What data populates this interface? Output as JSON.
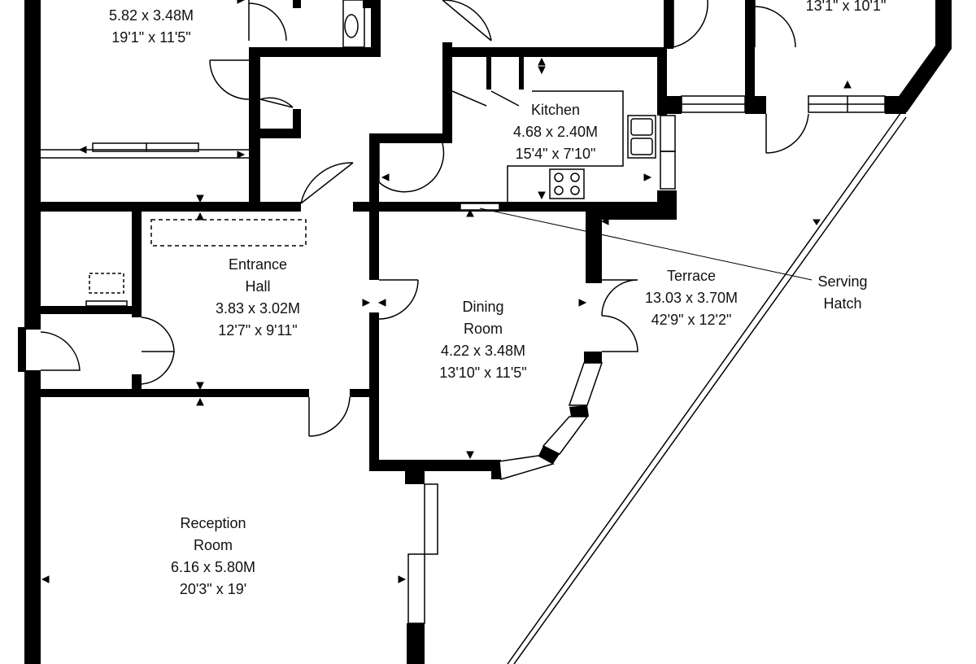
{
  "rooms": {
    "top_left": {
      "dims_m": "5.82 x 3.48M",
      "dims_ft": "19'1\" x 11'5\""
    },
    "top_right": {
      "dims_ft": "13'1\" x 10'1\""
    },
    "kitchen": {
      "name": "Kitchen",
      "dims_m": "4.68 x 2.40M",
      "dims_ft": "15'4\" x 7'10\""
    },
    "entrance_hall": {
      "name_line1": "Entrance",
      "name_line2": "Hall",
      "dims_m": "3.83 x 3.02M",
      "dims_ft": "12'7\" x 9'11\""
    },
    "dining_room": {
      "name_line1": "Dining",
      "name_line2": "Room",
      "dims_m": "4.22 x 3.48M",
      "dims_ft": "13'10\" x 11'5\""
    },
    "terrace": {
      "name": "Terrace",
      "dims_m": "13.03 x 3.70M",
      "dims_ft": "42'9\" x 12'2\""
    },
    "reception_room": {
      "name_line1": "Reception",
      "name_line2": "Room",
      "dims_m": "6.16 x 5.80M",
      "dims_ft": "20'3\" x 19'"
    }
  },
  "callouts": {
    "serving_hatch": {
      "line1": "Serving",
      "line2": "Hatch"
    }
  },
  "colors": {
    "wall": "#000000",
    "line": "#000000",
    "background": "#ffffff"
  }
}
